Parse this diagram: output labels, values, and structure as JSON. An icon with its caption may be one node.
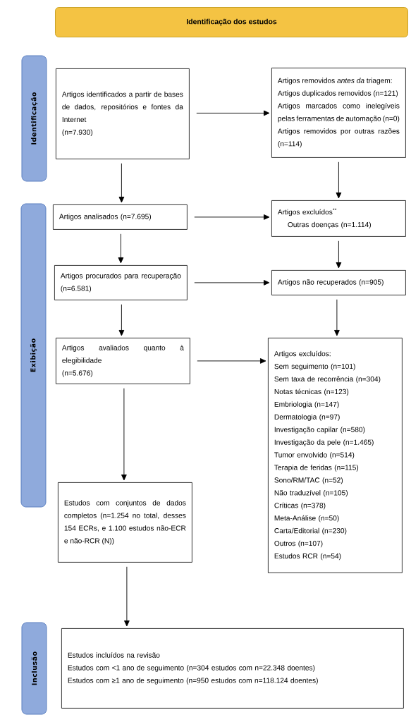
{
  "diagram": {
    "nodes": [
      {
        "text": [
          "Identificação dos estudos"
        ]
      },
      {
        "text": [
          "Identificação"
        ]
      },
      {
        "text": [
          "Artigos identificados a partir de bases de dados, repositórios e fontes da Internet",
          "(n=7.930)"
        ]
      },
      {
        "text": [
          "Artigos removidos *antes da* triagem:",
          "Artigos duplicados removidos (n=121)",
          "Artigos marcados como inelegíveis pelas ferramentas de automação (n=0)",
          "Artigos removidos por outras razões (n=114)"
        ]
      },
      {
        "text": [
          "Exibição"
        ]
      },
      {
        "text": [
          "Artigos analisados (n=7.695)"
        ]
      },
      {
        "text": [
          "Artigos excluídos$^{**}$",
          "Outras doenças (n=1.114)"
        ]
      },
      {
        "text": [
          "Artigos procurados para recuperação (n=6.581)"
        ]
      },
      {
        "text": [
          "Artigos não recuperados (n=905)"
        ]
      },
      {
        "text": [
          "Artigos avaliados quanto à elegibilidade",
          "(n=5.676)"
        ]
      },
      {
        "text": [
          "Artigos excluídos:",
          "Sem seguimento (n=101)",
          "Sem taxa de recorrência (n=304)",
          "Notas técnicas (n=123)",
          "Embriologia (n=147)",
          "Dermatologia (n=97)",
          "Investigação capilar (n=580)",
          "Investigação da pele (n=1.465)",
          "Tumor envolvido (n=514)",
          "Terapia de feridas (n=115)",
          "Sono/RM/TAC (n=52)",
          "Não traduzível (n=105)",
          "Críticas (n=378)",
          "Meta-Análise (n=50)",
          "Carta/Editorial (n=230)",
          "Outros (n=107)",
          "Estudos RCR (n=54)"
        ]
      },
      {
        "text": [
          "Estudos com conjuntos de dados completos (n=1.254 no total, desses 154 ECRs, e 1.100 estudos não-ECR e não-RCR (N))"
        ]
      },
      {
        "text": [
          "Inclusão"
        ]
      },
      {
        "text": [
          "Estudos incluídos na revisão",
          "Estudos com <1 ano de seguimento (n=304 estudos com n=22.348 doentes)",
          "Estudos com ≥1 ano de seguimento (n=950 estudos com n=118.124 doentes)"
        ]
      }
    ],
    "edges": [
      {
        "from": 2,
        "to": 3,
        "arrow": "to"
      },
      {
        "from": 2,
        "to": 5,
        "arrow": "to"
      },
      {
        "from": 3,
        "to": 6,
        "arrow": "to"
      },
      {
        "from": 5,
        "to": 6,
        "arrow": "to"
      },
      {
        "from": 5,
        "to": 7,
        "arrow": "to"
      },
      {
        "from": 6,
        "to": 8,
        "arrow": "to"
      },
      {
        "from": 7,
        "to": 8,
        "arrow": "to"
      },
      {
        "from": 7,
        "to": 9,
        "arrow": "to"
      },
      {
        "from": 8,
        "to": 10,
        "arrow": "to"
      },
      {
        "from": 9,
        "to": 10,
        "arrow": "to"
      },
      {
        "from": 9,
        "to": 11,
        "arrow": "to"
      },
      {
        "from": 11,
        "to": 13,
        "arrow": "to"
      }
    ]
  }
}
